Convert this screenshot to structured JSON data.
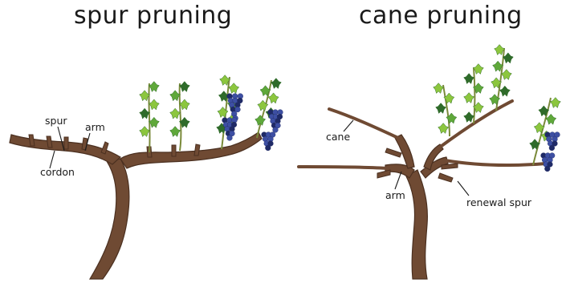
{
  "diagrams": [
    {
      "title": "spur pruning",
      "labels": {
        "spur": "spur",
        "arm": "arm",
        "cordon": "cordon"
      }
    },
    {
      "title": "cane pruning",
      "labels": {
        "cane": "cane",
        "arm": "arm",
        "renewal_spur": "renewal spur"
      }
    }
  ],
  "colors": {
    "trunk": "#6f4a33",
    "trunk_dark": "#4b3020",
    "leaf_light": "#8cc63e",
    "leaf_mid": "#5fa83a",
    "leaf_dark": "#2f6b2a",
    "grape": "#3d4fa3",
    "grape_dark": "#1f2a66",
    "shoot": "#7a8a3a",
    "leader": "#1a1a1a"
  }
}
